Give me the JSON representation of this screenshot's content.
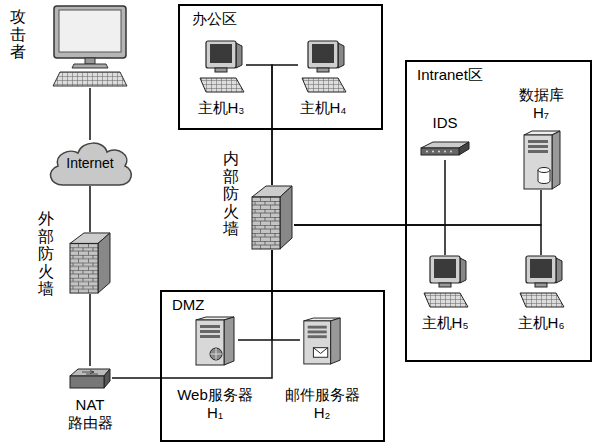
{
  "diagram": {
    "nodes": [
      {
        "text": [
          "攻击者"
        ]
      },
      {
        "text": [
          "办公区"
        ]
      },
      {
        "text": [
          "主机H₃"
        ],
        "in": 1
      },
      {
        "text": [
          "主机H₄"
        ],
        "in": 1
      },
      {
        "text": [
          "Intranet区"
        ]
      },
      {
        "text": [
          "IDS"
        ],
        "in": 4
      },
      {
        "text": [
          "数据库 H₇"
        ],
        "in": 4
      },
      {
        "text": [
          "Internet"
        ]
      },
      {
        "text": [
          "内部防火墙"
        ]
      },
      {
        "text": [
          "外部防火墙"
        ]
      },
      {
        "text": [
          "主机H₅"
        ],
        "in": 4
      },
      {
        "text": [
          "主机H₆"
        ],
        "in": 4
      },
      {
        "text": [
          "DMZ"
        ]
      },
      {
        "text": [
          "Web服务器 H₁"
        ],
        "in": 12
      },
      {
        "text": [
          "邮件服务器 H₂"
        ],
        "in": 12
      },
      {
        "text": [
          "NAT 路由器"
        ]
      }
    ],
    "edges": [
      {
        "from": 0,
        "to": 7,
        "arrow": "none"
      },
      {
        "from": 7,
        "to": 9,
        "arrow": "none"
      },
      {
        "from": 9,
        "to": 15,
        "arrow": "none"
      },
      {
        "from": 8,
        "to": 2,
        "arrow": "none"
      },
      {
        "from": 8,
        "to": 3,
        "arrow": "none"
      },
      {
        "from": 8,
        "to": 5,
        "arrow": "none"
      },
      {
        "from": 8,
        "to": 6,
        "arrow": "none"
      },
      {
        "from": 8,
        "to": 10,
        "arrow": "none"
      },
      {
        "from": 8,
        "to": 11,
        "arrow": "none"
      },
      {
        "from": 8,
        "to": 13,
        "arrow": "none"
      },
      {
        "from": 8,
        "to": 14,
        "arrow": "none"
      },
      {
        "from": 8,
        "to": 15,
        "arrow": "none"
      }
    ]
  }
}
